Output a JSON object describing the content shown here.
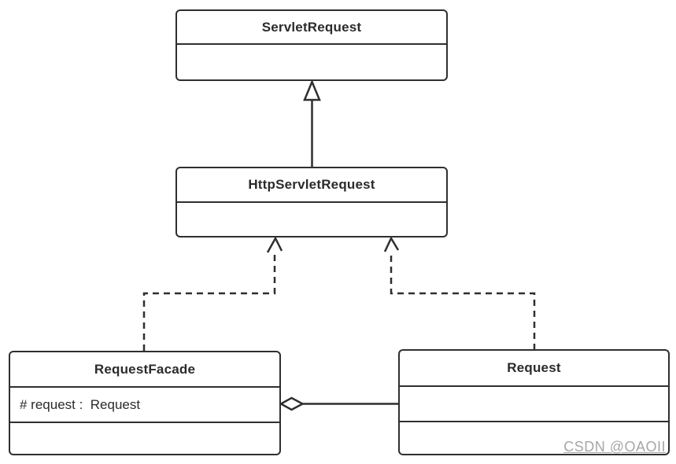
{
  "classes": {
    "servletRequest": {
      "name": "ServletRequest",
      "attributes": []
    },
    "httpServletRequest": {
      "name": "HttpServletRequest",
      "attributes": []
    },
    "requestFacade": {
      "name": "RequestFacade",
      "attributes": [
        "# request :  Request"
      ]
    },
    "request": {
      "name": "Request",
      "attributes": []
    }
  },
  "relations": [
    {
      "type": "generalization",
      "from": "HttpServletRequest",
      "to": "ServletRequest",
      "line": "solid",
      "marker": "hollow-triangle"
    },
    {
      "type": "realization",
      "from": "RequestFacade",
      "to": "HttpServletRequest",
      "line": "dashed",
      "marker": "open-arrow"
    },
    {
      "type": "realization",
      "from": "Request",
      "to": "HttpServletRequest",
      "line": "dashed",
      "marker": "open-arrow"
    },
    {
      "type": "aggregation",
      "from": "RequestFacade",
      "to": "Request",
      "line": "solid",
      "marker": "hollow-diamond"
    }
  ],
  "watermark": {
    "text": "CSDN @OAOII"
  },
  "colors": {
    "stroke": "#2f2f2f",
    "text": "#2b2b2b",
    "watermark": "#a6a6a6",
    "background": "#ffffff"
  }
}
